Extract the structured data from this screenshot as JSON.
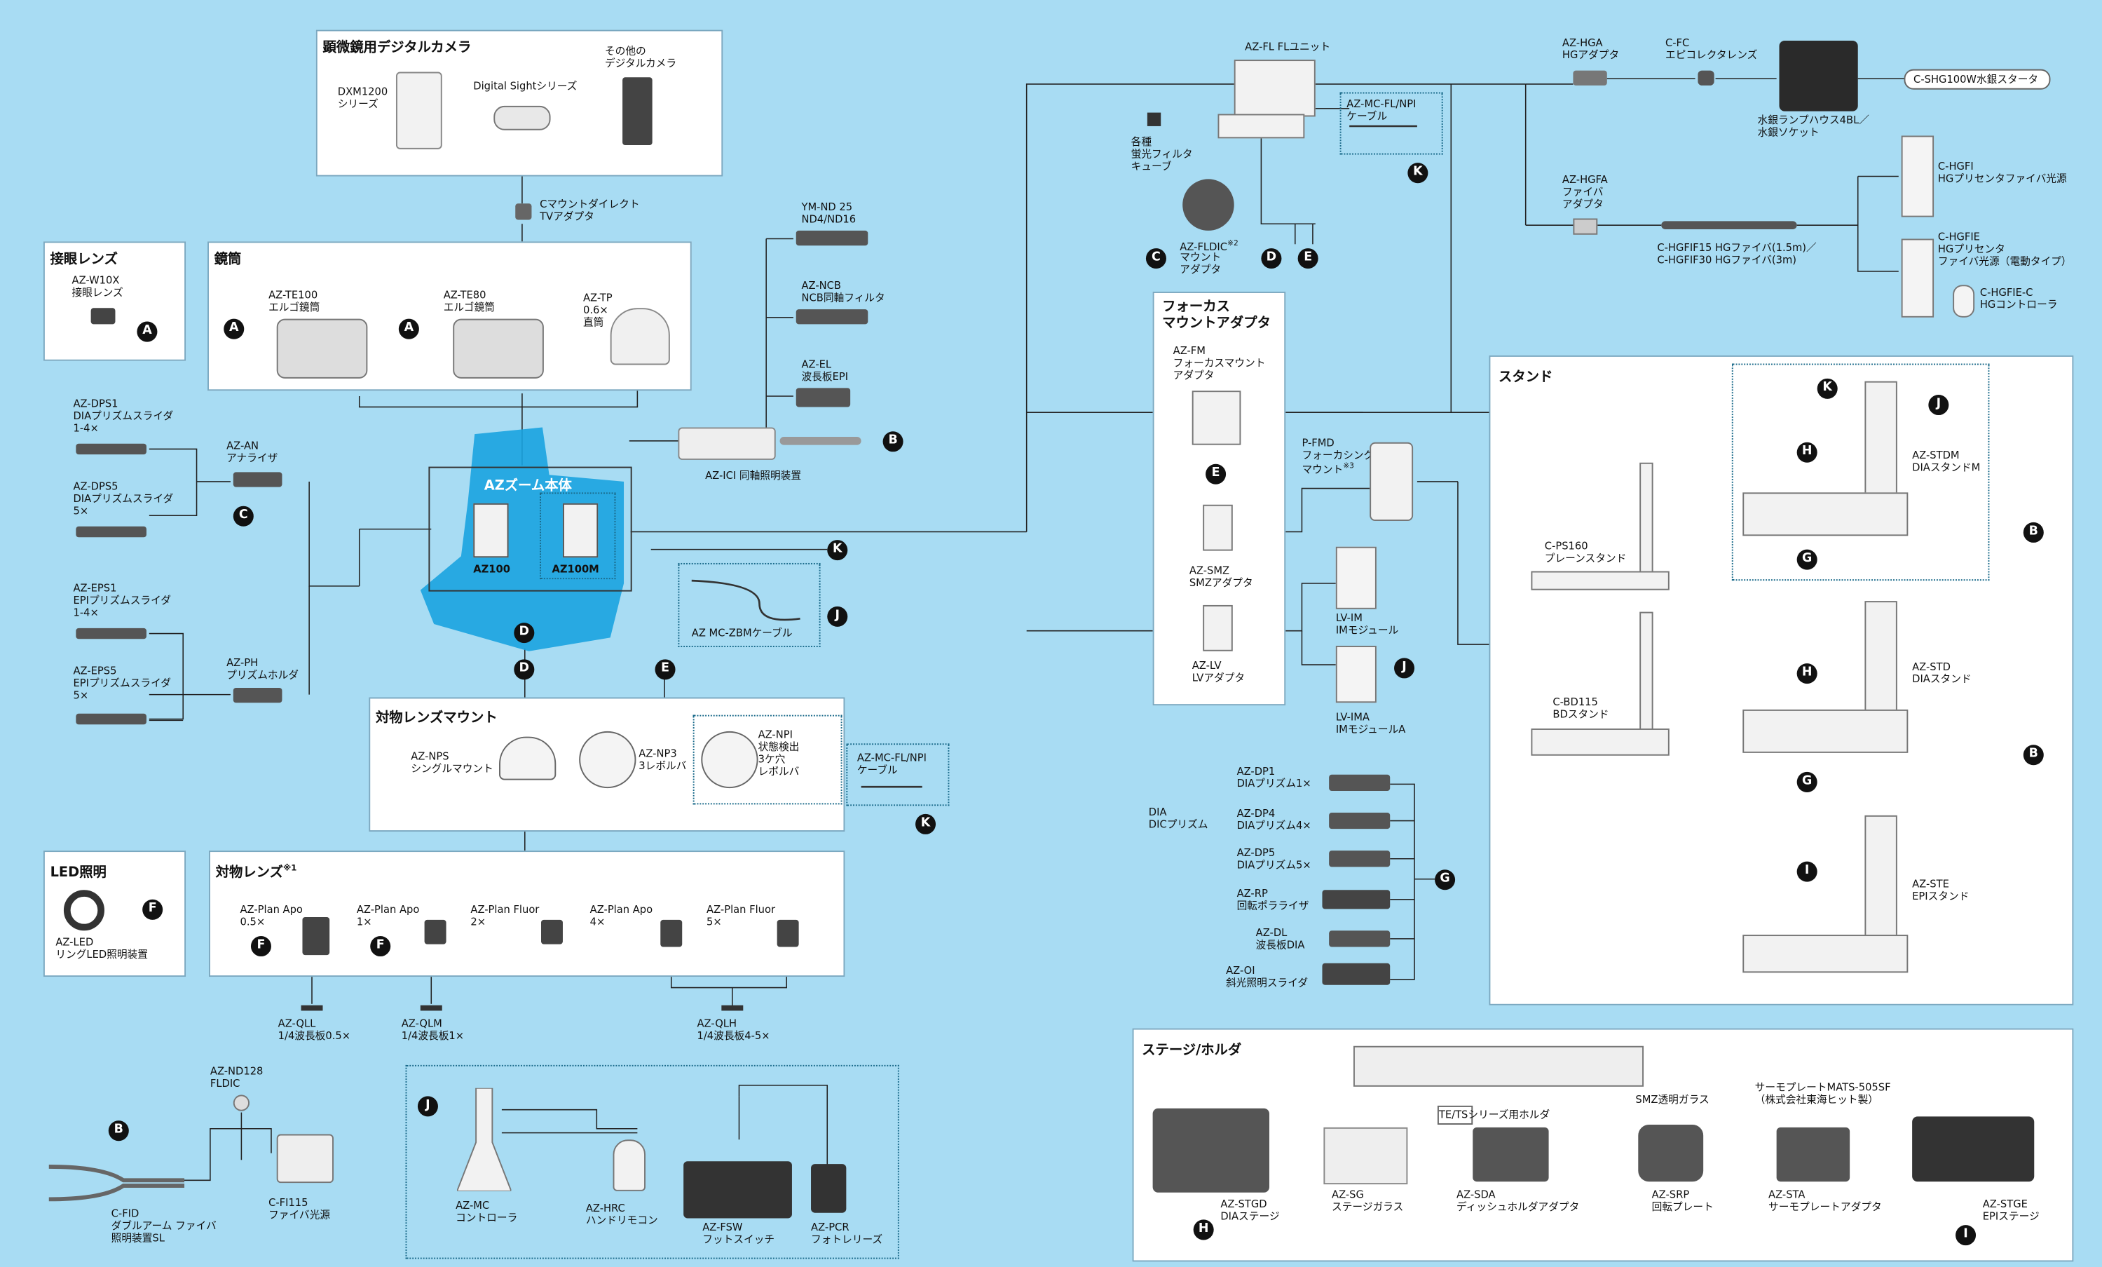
{
  "panels": {
    "camera": "顕微鏡用デジタルカメラ",
    "eyepiece": "接眼レンズ",
    "tube": "鏡筒",
    "zoom_body": "AZズーム本体",
    "objmount": "対物レンズマウント",
    "led": "LED照明",
    "objectives": "対物レンズ",
    "objectives_mark": "※1",
    "focus": "フォーカス\nマウントアダプタ",
    "stand": "スタンド",
    "stage": "ステージ/ホルダ"
  },
  "camera": {
    "dxm": "DXM1200\nシリーズ",
    "ds": "Digital Sightシリーズ",
    "other": "その他の\nデジタルカメラ"
  },
  "ctv": "Cマウントダイレクト\nTVアダプタ",
  "eyepiece": {
    "w10x": "AZ-W10X\n接眼レンズ"
  },
  "tube": {
    "te100": "AZ-TE100\nエルゴ鏡筒",
    "te80": "AZ-TE80\nエルゴ鏡筒",
    "tp": "AZ-TP\n0.6×\n直筒"
  },
  "filters": {
    "ymnd": "YM-ND 25\nND4/ND16",
    "ncb": "AZ-NCB\nNCB同軸フィルタ",
    "el": "AZ-EL\n波長板EPI"
  },
  "ici": "AZ-ICI 同軸照明装置",
  "sliders": {
    "dps1": "AZ-DPS1\nDIAプリズムスライダ\n1-4×",
    "dps5": "AZ-DPS5\nDIAプリズムスライダ\n5×",
    "eps1": "AZ-EPS1\nEPIプリズムスライダ\n1-4×",
    "eps5": "AZ-EPS5\nEPIプリズムスライダ\n5×",
    "an": "AZ-AN\nアナライザ",
    "ph": "AZ-PH\nプリズムホルダ"
  },
  "zoom": {
    "az100": "AZ100",
    "az100m": "AZ100M",
    "zbm": "AZ MC-ZBMケーブル"
  },
  "mounts": {
    "nps": "AZ-NPS\nシングルマウント",
    "np3": "AZ-NP3\n3レボルバ",
    "npi": "AZ-NPI\n状態検出\n3ケ穴\nレボルバ",
    "mcfl": "AZ-MC-FL/NPI\nケーブル"
  },
  "led": {
    "ring": "AZ-LED\nリングLED照明装置"
  },
  "objectives": {
    "o1": "AZ-Plan Apo\n0.5×",
    "o2": "AZ-Plan Apo\n1×",
    "o3": "AZ-Plan Fluor\n2×",
    "o4": "AZ-Plan Apo\n4×",
    "o5": "AZ-Plan Fluor\n5×",
    "q1": "AZ-QLL\n1/4波長板0.5×",
    "q2": "AZ-QLM\n1/4波長板1×",
    "q3": "AZ-QLH\n1/4波長板4-5×"
  },
  "fiber": {
    "nd": "AZ-ND128\nFLDIC",
    "fid": "C-FID\nダブルアーム ファイバ\n照明装置SL",
    "fi115": "C-FI115\nファイバ光源"
  },
  "control": {
    "mc": "AZ-MC\nコントローラ",
    "hrc": "AZ-HRC\nハンドリモコン",
    "fsw": "AZ-FSW\nフットスイッチ",
    "pcr": "AZ-PCR\nフォトレリーズ"
  },
  "fl": {
    "unit": "AZ-FL FLユニット",
    "cube": "各種\n蛍光フィルタ\nキューブ",
    "mcfl": "AZ-MC-FL/NPI\nケーブル",
    "fldic": "AZ-FLDIC",
    "fldic_mark": "※2",
    "fldic_desc": "マウント\nアダプタ"
  },
  "hg": {
    "hga": "AZ-HGA\nHGアダプタ",
    "cfc": "C-FC\nエピコレクタレンズ",
    "house": "水銀ランプハウス4BL／\n水銀ソケット",
    "starter": "C-SHG100W水銀スタータ",
    "hgfa": "AZ-HGFA\nファイバ\nアダプタ",
    "hgfif": "C-HGFIF15 HGファイバ(1.5m)／\nC-HGFIF30 HGファイバ(3m)",
    "hgfi": "C-HGFI\nHGプリセンタファイバ光源",
    "hgfie": "C-HGFIE\nHGプリセンタ\nファイバ光源（電動タイプ）",
    "hgfiec": "C-HGFIE-C\nHGコントローラ"
  },
  "focus": {
    "fm": "AZ-FM\nフォーカスマウント\nアダプタ",
    "smz": "AZ-SMZ\nSMZアダプタ",
    "lv": "AZ-LV\nLVアダプタ"
  },
  "pfmd": "P-FMD\nフォーカシング\nマウント",
  "pfmd_mark": "※3",
  "lvmod": {
    "im": "LV-IM\nIMモジュール",
    "ima": "LV-IMA\nIMモジュールA"
  },
  "dic": {
    "title": "DIA\nDICプリズム",
    "dp1": "AZ-DP1\nDIAプリズム1×",
    "dp4": "AZ-DP4\nDIAプリズム4×",
    "dp5": "AZ-DP5\nDIAプリズム5×",
    "rp": "AZ-RP\n回転ポラライザ",
    "dl": "AZ-DL\n波長板DIA",
    "oi": "AZ-OI\n斜光照明スライダ"
  },
  "stands": {
    "ps160": "C-PS160\nプレーンスタンド",
    "bd115": "C-BD115\nBDスタンド",
    "stdm": "AZ-STDM\nDIAスタンドM",
    "std": "AZ-STD\nDIAスタンド",
    "ste": "AZ-STE\nEPIスタンド"
  },
  "stage": {
    "stgd": "AZ-STGD\nDIAステージ",
    "sg": "AZ-SG\nステージガラス",
    "sda": "AZ-SDA\nディッシュホルダアダプタ",
    "srp": "AZ-SRP\n回転プレート",
    "sta": "AZ-STA\nサーモプレートアダプタ",
    "stge": "AZ-STGE\nEPIステージ",
    "tets": "TE/TSシリーズ用ホルダ",
    "smzg": "SMZ透明ガラス",
    "thermo": "サーモプレートMATS-505SF\n（株式会社東海ヒット製）"
  },
  "letters": [
    "A",
    "B",
    "C",
    "D",
    "E",
    "F",
    "G",
    "H",
    "I",
    "J",
    "K"
  ]
}
